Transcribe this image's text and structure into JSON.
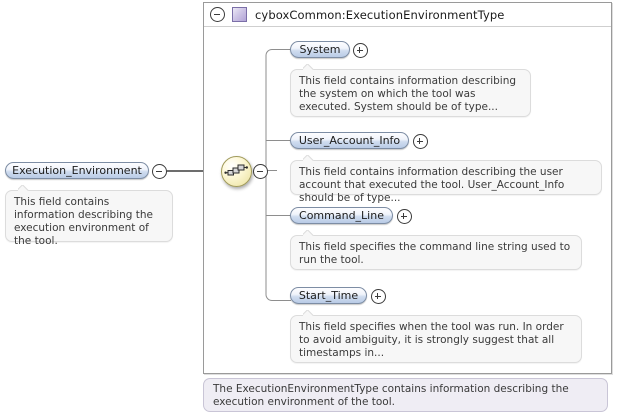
{
  "diagram": {
    "type": "xsd-schema-diagram",
    "background_color": "#ffffff"
  },
  "root_element": {
    "name": "Execution_Environment",
    "toggle_icon": "minus-toggle-icon",
    "annotation": "This field contains information describing the execution environment of the tool."
  },
  "compositor": {
    "kind": "sequence",
    "icon": "sequence-icon",
    "toggle_icon": "minus-toggle-icon"
  },
  "complex_type": {
    "title": "cyboxCommon:ExecutionEnvironmentType",
    "toggle_icon": "minus-toggle-icon",
    "swatch_icon": "complex-type-icon",
    "children": [
      {
        "name": "System",
        "toggle_icon": "plus-toggle-icon",
        "annotation": "This field contains information describing the system on which the tool was executed. System should be of type..."
      },
      {
        "name": "User_Account_Info",
        "toggle_icon": "plus-toggle-icon",
        "annotation": "This field contains information describing the user account that executed the tool. User_Account_Info should be of type..."
      },
      {
        "name": "Command_Line",
        "toggle_icon": "plus-toggle-icon",
        "annotation": "This field specifies the command line string used to run the tool."
      },
      {
        "name": "Start_Time",
        "toggle_icon": "plus-toggle-icon",
        "annotation": "This field specifies when the tool was run. In order to avoid ambiguity, it is strongly suggest that all timestamps in..."
      }
    ]
  },
  "documentation": {
    "text": "The ExecutionEnvironmentType contains information describing the execution environment of the tool."
  },
  "colors": {
    "pill_border": "#7d8da4",
    "pill_fill_top": "#fdfdff",
    "pill_fill_bottom": "#b9cbe6",
    "sequence_fill": "#f2eab4",
    "type_swatch": "#b1a3d6",
    "annotation_fill": "#f7f7f7",
    "doc_fill": "#efedf4",
    "line": "#8e8e8e"
  }
}
